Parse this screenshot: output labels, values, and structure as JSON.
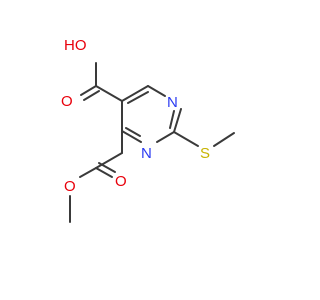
{
  "molecule": {
    "atoms": {
      "hydroxyl": {
        "label": "HO",
        "color": "#e8000b"
      },
      "carbonyl_o_acid": {
        "label": "O",
        "color": "#e8000b"
      },
      "ring_n1": {
        "label": "N",
        "color": "#2b3bf2"
      },
      "ring_n3": {
        "label": "N",
        "color": "#2b3bf2"
      },
      "sulfur": {
        "label": "S",
        "color": "#c7b300"
      },
      "ester_o_single": {
        "label": "O",
        "color": "#e8000b"
      },
      "ester_o_double": {
        "label": "O",
        "color": "#e8000b"
      }
    },
    "bond_color": "#3a3a3a"
  }
}
